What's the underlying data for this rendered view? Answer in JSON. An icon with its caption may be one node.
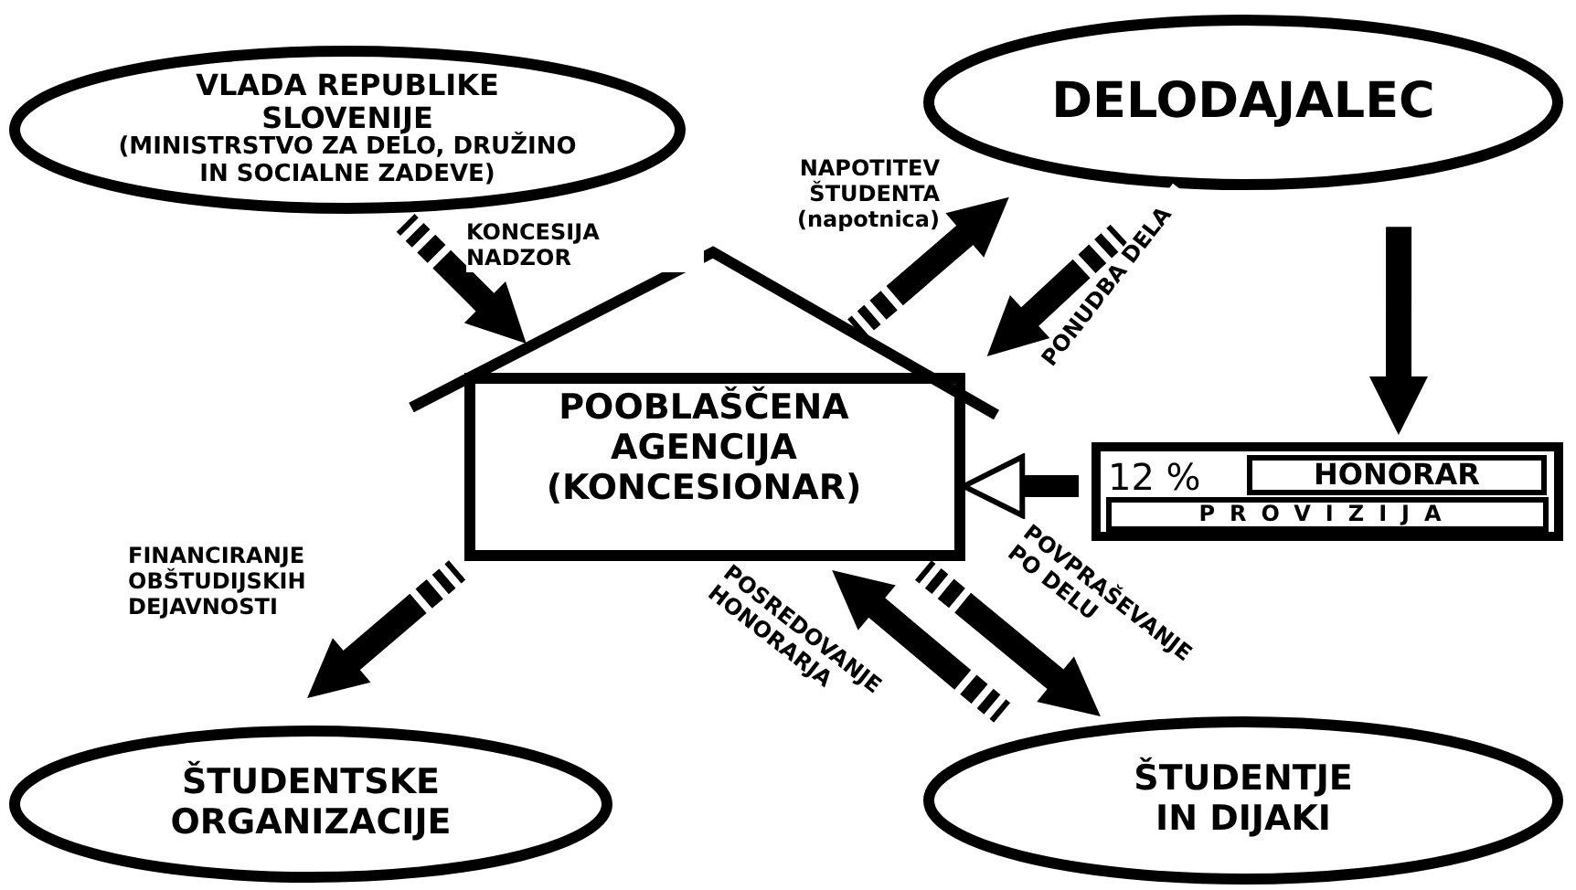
{
  "diagram": {
    "nodes": [
      {
        "text": [
          "VLADA REPUBLIKE SLOVENIJE",
          "(MINISTRSTVO ZA DELO, DRUŽINO IN SOCIALNE ZADEVE)"
        ]
      },
      {
        "text": [
          "DELODAJALEC"
        ]
      },
      {
        "text": [
          "POOBLAŠČENA AGENCIJA (KONCESIONAR)"
        ]
      },
      {
        "text": [
          "12 %"
        ]
      },
      {
        "text": [
          "HONORAR"
        ],
        "in": 3
      },
      {
        "text": [
          "PROVIZIJA"
        ],
        "in": 3
      },
      {
        "text": [
          "ŠTUDENTSKE ORGANIZACIJE"
        ]
      },
      {
        "text": [
          "ŠTUDENTJE IN DIJAKI"
        ]
      }
    ],
    "edges": [
      {
        "from": 0,
        "to": 2,
        "arrow": "to",
        "label": "KONCESIJA NADZOR"
      },
      {
        "from": 2,
        "to": 1,
        "arrow": "to",
        "label": "NAPOTITEV ŠTUDENTA (napotnica)"
      },
      {
        "from": 1,
        "to": 2,
        "arrow": "to",
        "label": "PONUDBA DELA"
      },
      {
        "from": 1,
        "to": 3,
        "arrow": "to"
      },
      {
        "from": 3,
        "to": 2,
        "arrow": "to"
      },
      {
        "from": 2,
        "to": 6,
        "arrow": "to",
        "label": "FINANCIRANJE OBŠTUDIJSKIH DEJAVNOSTI"
      },
      {
        "from": 7,
        "to": 2,
        "arrow": "to",
        "label": "POSREDOVANJE HONORARJA"
      },
      {
        "from": 2,
        "to": 7,
        "arrow": "to",
        "label": "POVPRAŠEVANJE PO DELU"
      }
    ]
  }
}
